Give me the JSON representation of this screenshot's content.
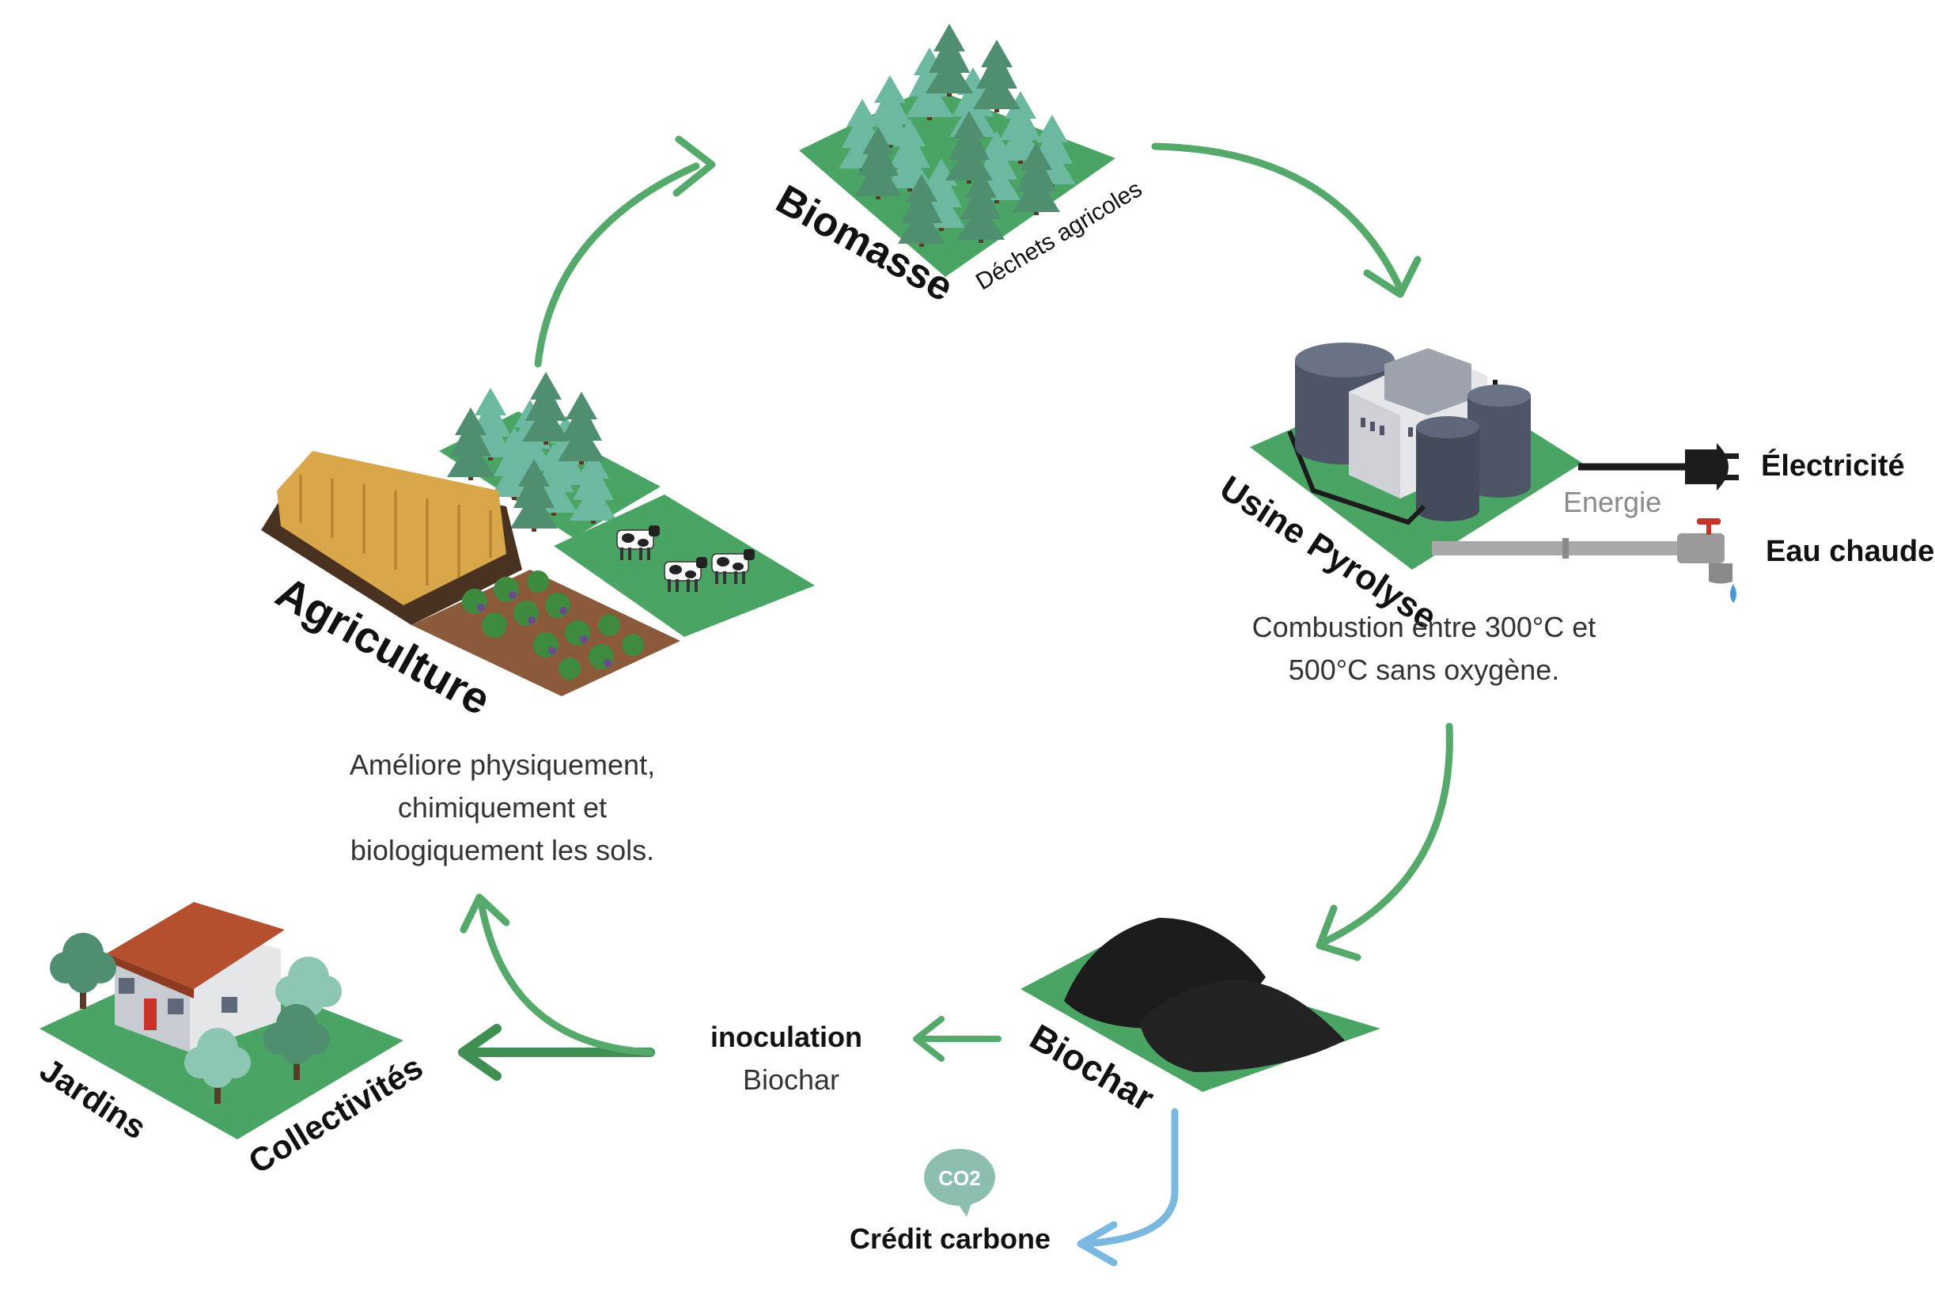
{
  "colors": {
    "arrow_green": "#54a96b",
    "arrow_dark_green": "#3f8f52",
    "arrow_blue": "#7ab8e0",
    "tile_green": "#4aa564",
    "tree_teal": "#6cb8a0",
    "tree_dark": "#4f8f6f",
    "wheat": "#d9a649",
    "soil": "#8a5a3a",
    "tank": "#4d5566",
    "roof": "#b5502f",
    "char": "#1c1c1c",
    "co2_bubble": "#8dbfb0"
  },
  "nodes": {
    "biomasse": {
      "label": "Biomasse",
      "sub": "Déchets agricoles"
    },
    "usine": {
      "label": "Usine Pyrolyse",
      "desc": "Combustion entre 300°C et 500°C sans oxygène.",
      "energie": "Energie",
      "electricite": "Électricité",
      "eau": "Eau chaude"
    },
    "biochar": {
      "label": "Biochar"
    },
    "inoculation": {
      "line1": "inoculation",
      "line2": "Biochar"
    },
    "agriculture": {
      "label": "Agriculture",
      "desc": "Améliore physiquement, chimiquement et biologiquement les sols."
    },
    "jardins": {
      "label1": "Jardins",
      "label2": "Collectivités"
    },
    "carbone": {
      "co2": "CO2",
      "label": "Crédit carbone"
    }
  },
  "icons": {
    "forest": "forest-icon",
    "factory": "pyrolysis-plant-icon",
    "plug": "plug-icon",
    "faucet": "faucet-icon",
    "char_pile": "biochar-pile-icon",
    "farm": "farm-icon",
    "house": "house-icon",
    "co2": "co2-bubble-icon"
  }
}
